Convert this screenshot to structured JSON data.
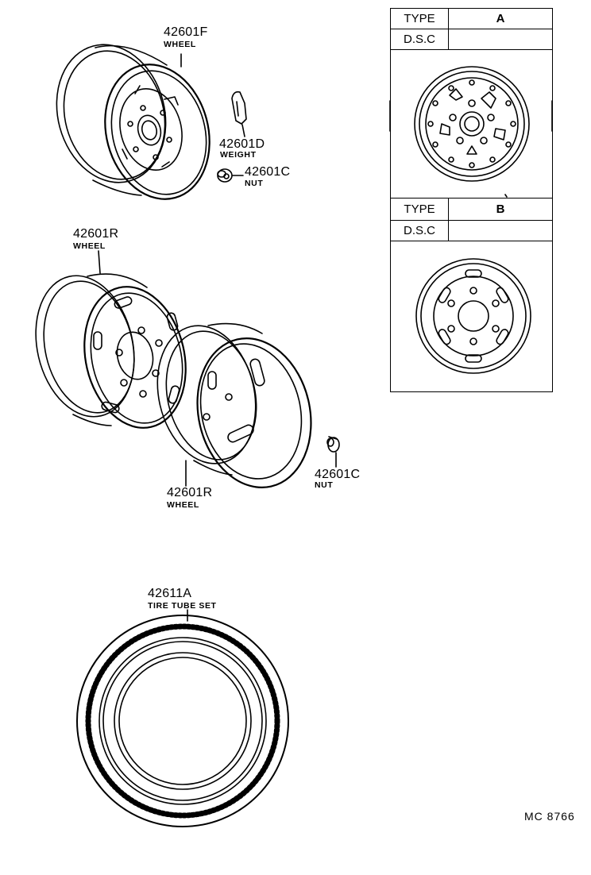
{
  "parts": {
    "wheel_f": {
      "number": "42601F",
      "name": "WHEEL"
    },
    "weight": {
      "number": "42601D",
      "name": "WEIGHT"
    },
    "nut_top": {
      "number": "42601C",
      "name": "NUT"
    },
    "wheel_r_rear": {
      "number": "42601R",
      "name": "WHEEL"
    },
    "wheel_r_front": {
      "number": "42601R",
      "name": "WHEEL"
    },
    "nut_mid": {
      "number": "42601C",
      "name": "NUT"
    },
    "tire": {
      "number": "42611A",
      "name": "TIRE TUBE SET"
    }
  },
  "type_table": {
    "a": {
      "type_label": "TYPE",
      "type_value": "A",
      "dsc_label": "D.S.C",
      "dsc_value": ""
    },
    "b": {
      "type_label": "TYPE",
      "type_value": "B",
      "dsc_label": "D.S.C",
      "dsc_value": ""
    }
  },
  "drawing_code": "MC  8766"
}
